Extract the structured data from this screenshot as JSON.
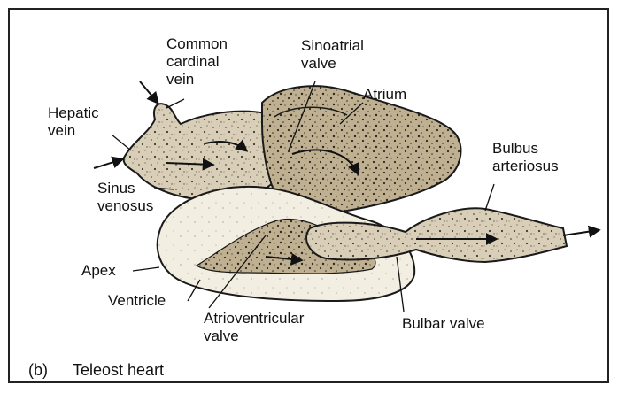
{
  "labels": {
    "common_cardinal_vein": [
      "Common",
      "cardinal",
      "vein"
    ],
    "sinoatrial_valve": [
      "Sinoatrial",
      "valve"
    ],
    "atrium": "Atrium",
    "hepatic_vein": [
      "Hepatic",
      "vein"
    ],
    "bulbus_arteriosus": [
      "Bulbus",
      "arteriosus"
    ],
    "sinus_venosus": [
      "Sinus",
      "venosus"
    ],
    "apex": "Apex",
    "ventricle": "Ventricle",
    "atrioventricular_valve": [
      "Atrioventricular",
      "valve"
    ],
    "bulbar_valve": "Bulbar valve"
  },
  "caption": {
    "letter": "(b)",
    "title": "Teleost heart"
  },
  "colors": {
    "stroke": "#1a1a1a",
    "tissue_light": "#efe9dc",
    "tissue_mid": "#d8cdb6",
    "tissue_dark": "#b8aa8e",
    "chamber_pale": "#f6f2e8"
  }
}
